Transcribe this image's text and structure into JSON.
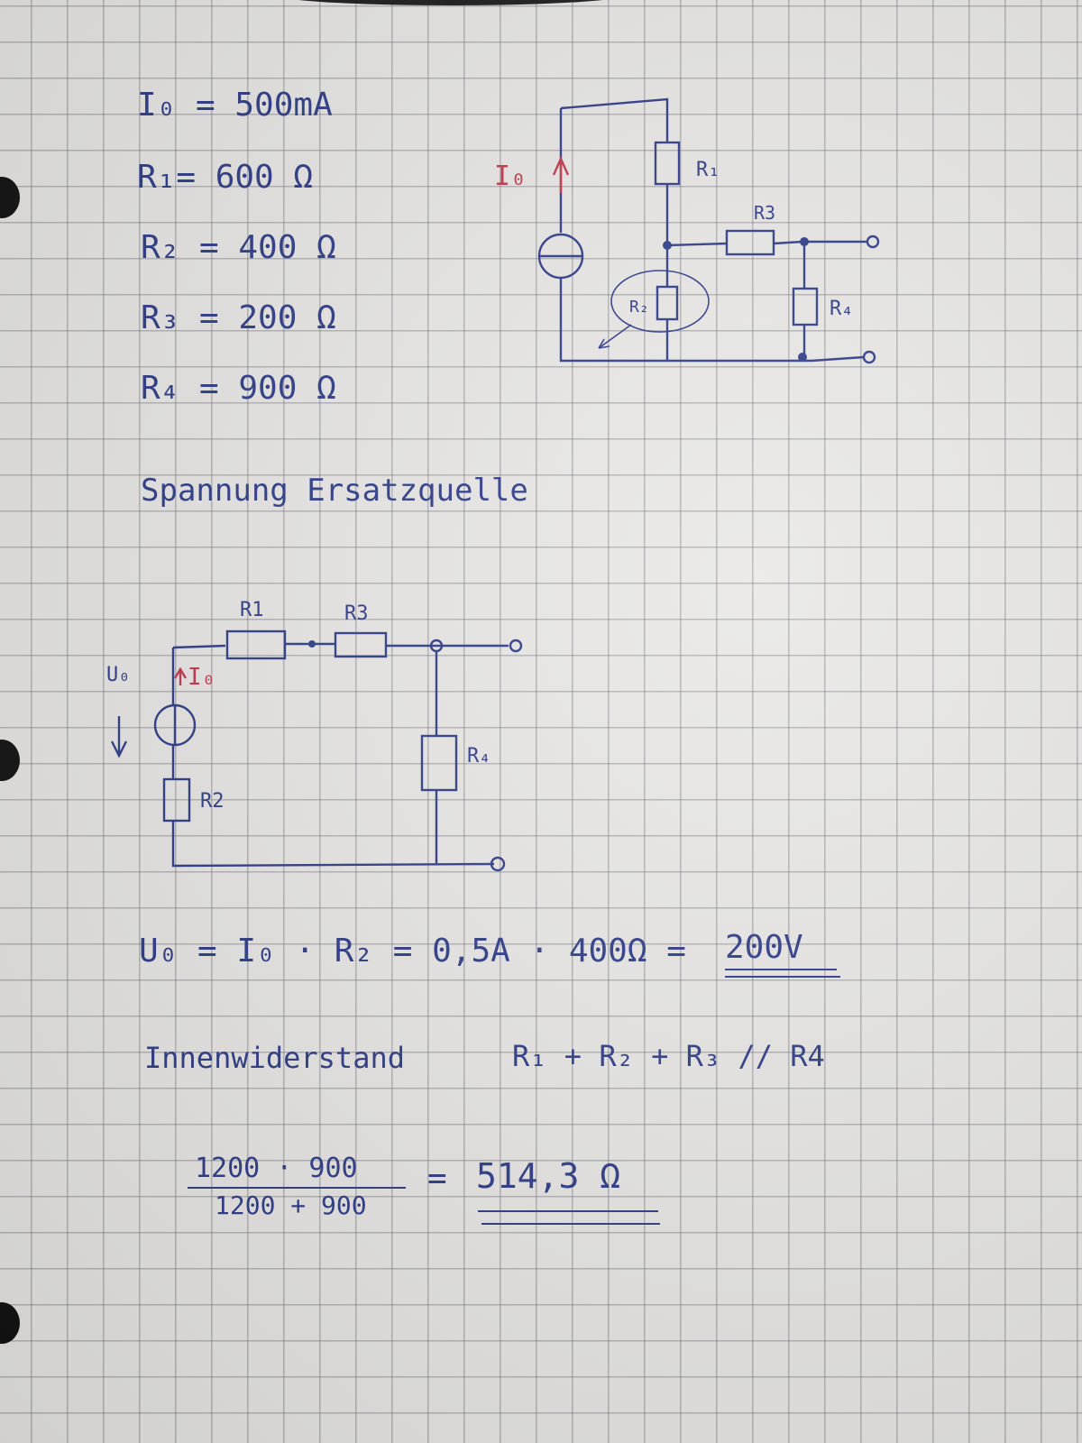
{
  "given": {
    "i0": "I₀ = 500mA",
    "r1": "R₁= 600 Ω",
    "r2": "R₂ = 400 Ω",
    "r3": "R₃ = 200 Ω",
    "r4": "R₄ = 900 Ω"
  },
  "circuit1": {
    "source_label": "I₀",
    "r1_label": "R₁",
    "r2_label": "R₂",
    "r3_label": "R3",
    "r4_label": "R₄"
  },
  "section_title": "Spannung Ersatzquelle",
  "circuit2": {
    "u0_label": "U₀",
    "i0_label": "I₀",
    "r1_label": "R1",
    "r2_label": "R2",
    "r3_label": "R3",
    "r4_label": "R₄"
  },
  "calc": {
    "u0_equation": "U₀ = I₀ · R₂ = 0,5A · 400Ω =",
    "u0_result": "200V",
    "inner_label": "Innenwiderstand",
    "inner_formula": "R₁ + R₂ + R₃ // R4",
    "numerator": "1200 · 900",
    "denominator": "1200 + 900",
    "equals": "=",
    "ri_result": "514,3 Ω"
  },
  "colors": {
    "ink": "#2c3a86",
    "red_ink": "#c0364a",
    "paper": "#e9e8e6"
  }
}
